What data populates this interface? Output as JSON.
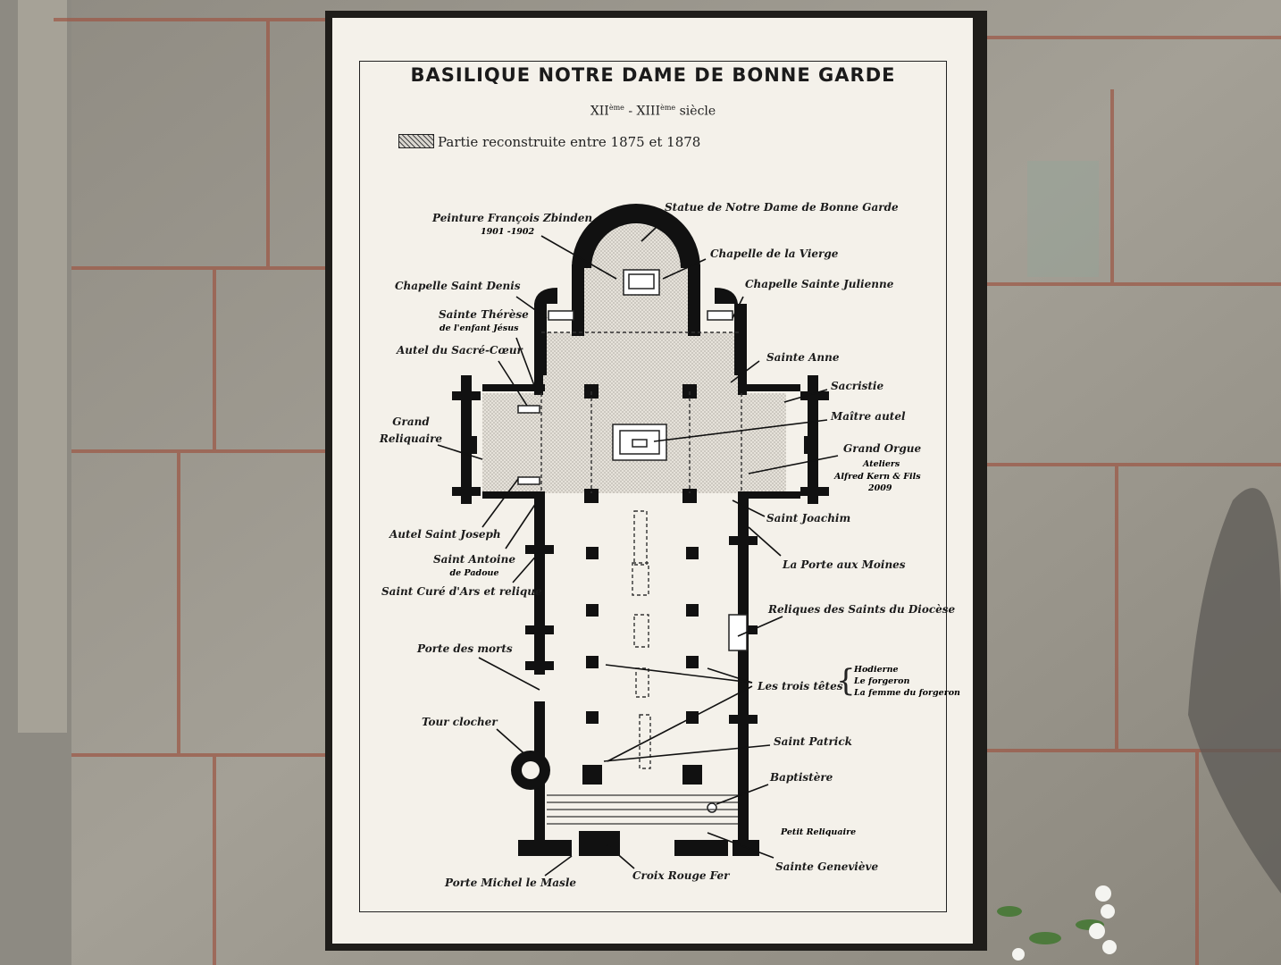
{
  "poster": {
    "title": "BASILIQUE NOTRE DAME DE BONNE GARDE",
    "century_1": "XII",
    "century_1_sup": "ème",
    "century_sep": " - ",
    "century_2": "XIII",
    "century_2_sup": "ème",
    "century_word": " siècle",
    "legend_text": "Partie reconstruite entre 1875 et 1878"
  },
  "labels": {
    "peinture": "Peinture François Zbinden",
    "peinture_years": "1901 -1902",
    "statue": "Statue de Notre Dame de Bonne Garde",
    "chapelle_vierge": "Chapelle de la Vierge",
    "chapelle_denis": "Chapelle Saint Denis",
    "chapelle_julienne": "Chapelle Sainte Julienne",
    "therese": "Sainte Thérèse",
    "therese_sub": "de l'enfant Jésus",
    "autel_sacre_coeur": "Autel du Sacré-Cœur",
    "sainte_anne": "Sainte Anne",
    "sacristie": "Sacristie",
    "grand_reliquaire_1": "Grand",
    "grand_reliquaire_2": "Reliquaire",
    "maitre_autel": "Maître autel",
    "grand_orgue": "Grand Orgue",
    "ateliers_1": "Ateliers",
    "ateliers_2": "Alfred Kern & Fils",
    "ateliers_3": "2009",
    "autel_joseph": "Autel Saint Joseph",
    "saint_joachim": "Saint Joachim",
    "saint_antoine": "Saint Antoine",
    "saint_antoine_sub": "de Padoue",
    "porte_moines": "La Porte aux Moines",
    "cure_ars": "Saint Curé d'Ars et relique",
    "reliques_diocese": "Reliques des Saints du Diocèse",
    "porte_morts": "Porte des morts",
    "trois_tetes": "Les trois têtes",
    "tetes_1": "Hodierne",
    "tetes_2": "Le forgeron",
    "tetes_3": "La femme du forgeron",
    "tour_clocher": "Tour clocher",
    "saint_patrick": "Saint Patrick",
    "baptistere": "Baptistère",
    "petit_reliquaire": "Petit Reliquaire",
    "sainte_genevieve": "Sainte Geneviève",
    "porte_michel": "Porte Michel le Masle",
    "croix_rouge": "Croix Rouge Fer"
  },
  "colors": {
    "wall": "#9a968c",
    "frame": "#1f1d1a",
    "paper": "#f4f1ea",
    "ink": "#1b1b1b",
    "brick_lines": "#9c5a48"
  }
}
